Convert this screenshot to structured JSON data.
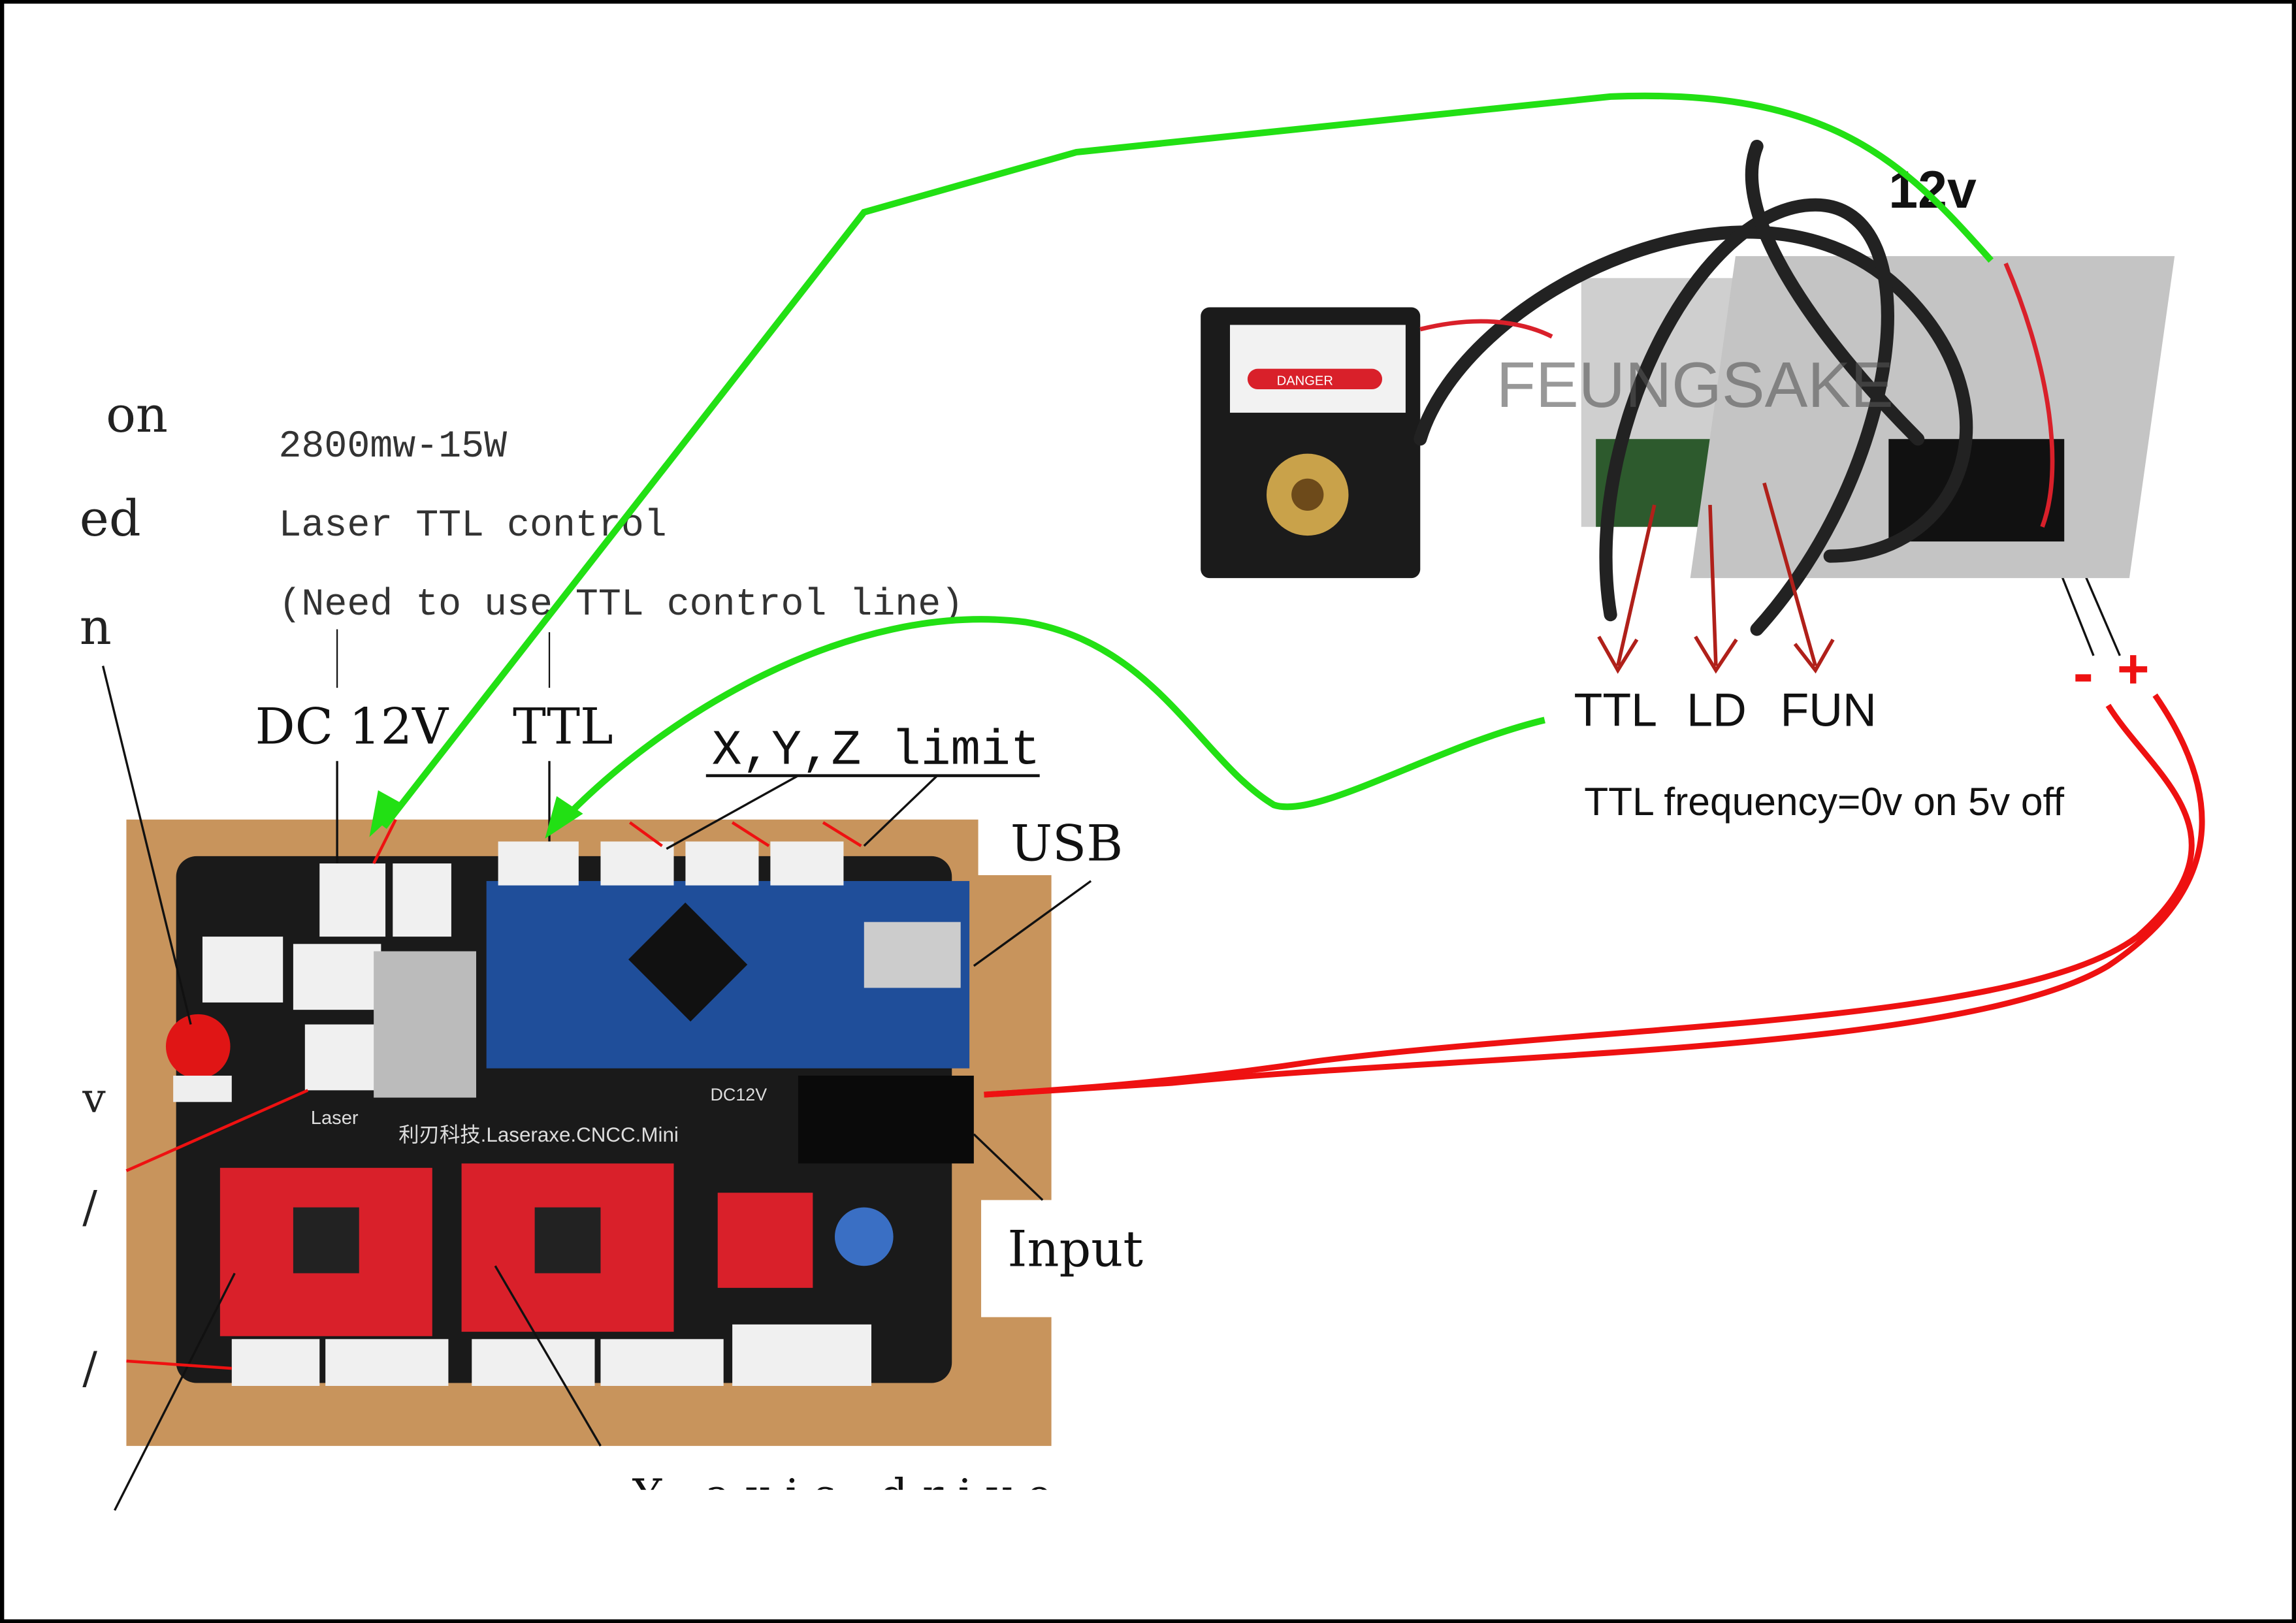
{
  "left_labels": {
    "fragments": [
      "on",
      "ed",
      "n",
      "v",
      "/",
      "/"
    ],
    "laser_power": "2800mw-15W",
    "laser_ttl_control": "Laser TTL control",
    "ttl_note": "(Need to use TTL control line)",
    "dc12v": "DC 12V",
    "ttl": "TTL",
    "xyz_limit": "X,Y,Z limit",
    "usb": "USB",
    "input": "Input",
    "bottom_clipped": "Y axis drive"
  },
  "board": {
    "laser_label": "Laser",
    "dc12v_label": "DC12V",
    "brand": "利刃科技.Laseraxe.CNCC.Mini"
  },
  "right_labels": {
    "v12": "12v",
    "ttl": "TTL",
    "ld": "LD",
    "fun": "FUN",
    "minus": "-",
    "plus": "+",
    "ttl_frequency": "TTL frequency=0v on 5v off",
    "watermark": "FEUNGSAKE",
    "danger": "DANGER"
  },
  "colors": {
    "green_wire": "#22e014",
    "red_wire": "#ee1111",
    "arrow_dark_red": "#b0201a",
    "wood": "#c8945c",
    "pcb": "#1a1a1a",
    "nano": "#1f4e9a",
    "driver": "#d9202a"
  }
}
